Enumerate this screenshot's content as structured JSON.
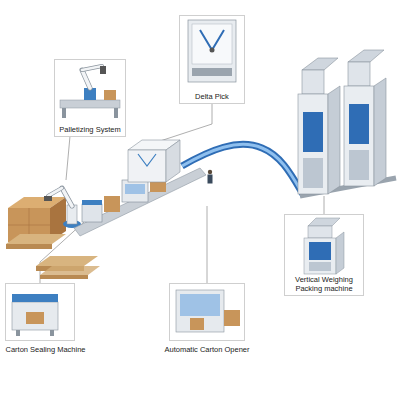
{
  "diagram": {
    "nodes": [
      {
        "text": [
          "Delta Pick"
        ]
      },
      {
        "text": [
          "Palletizing System"
        ]
      },
      {
        "text": [
          "Vertical Weighing Packing machine"
        ]
      },
      {
        "text": [
          "Carton Sealing Machine"
        ]
      },
      {
        "text": [
          "Automatic Carton Opener"
        ]
      }
    ]
  }
}
